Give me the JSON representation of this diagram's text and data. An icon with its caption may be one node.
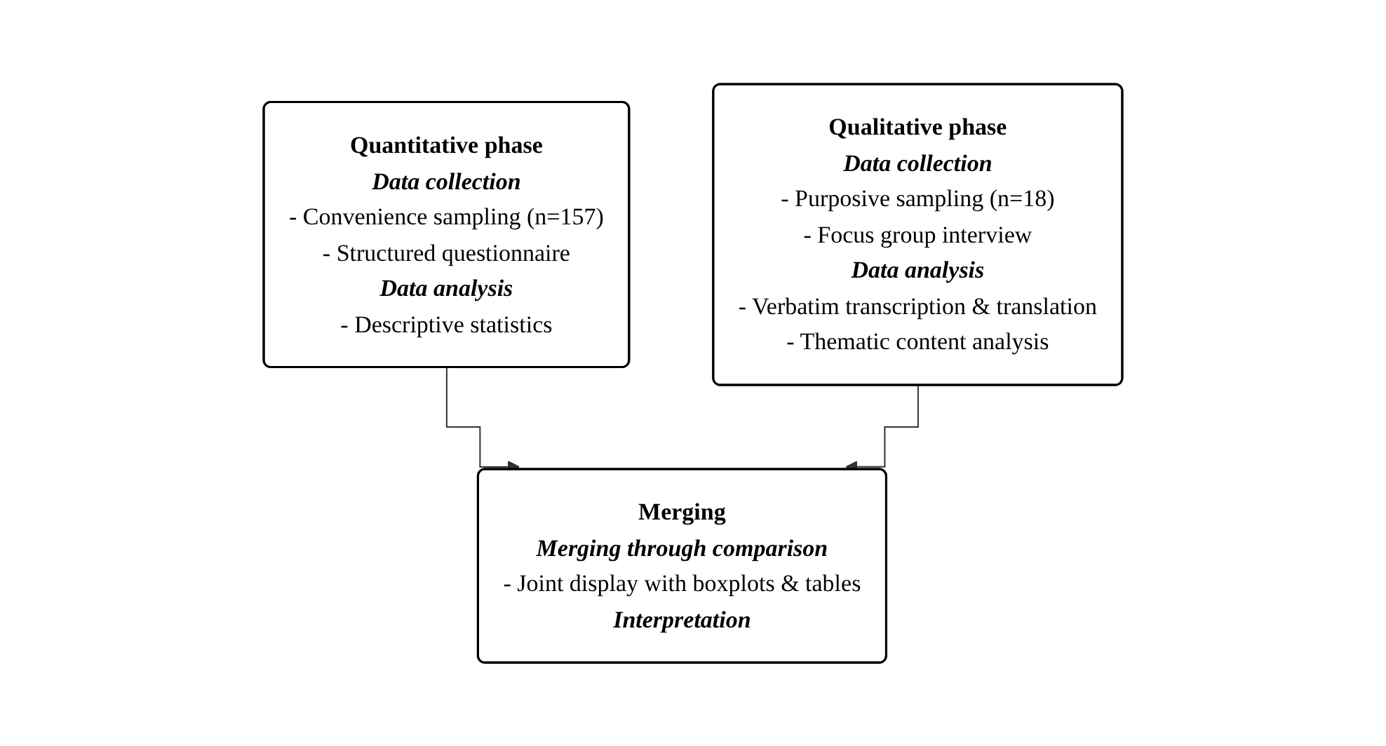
{
  "diagram": {
    "nodes": [
      {
        "text": [
          "Quantitative phase",
          "Data collection",
          "- Convenience sampling (n=157)",
          "- Structured questionnaire",
          "Data analysis",
          "- Descriptive statistics"
        ]
      },
      {
        "text": [
          "Qualitative phase",
          "Data collection",
          "- Purposive sampling (n=18)",
          "- Focus group interview",
          "Data analysis",
          "- Verbatim transcription & translation",
          "- Thematic content analysis"
        ]
      },
      {
        "text": [
          "Merging",
          "Merging through comparison",
          "- Joint display with boxplots & tables",
          "Interpretation"
        ]
      }
    ],
    "edges": [
      {
        "from": 0,
        "to": 2,
        "arrow": "to"
      },
      {
        "from": 1,
        "to": 2,
        "arrow": "to"
      }
    ]
  }
}
